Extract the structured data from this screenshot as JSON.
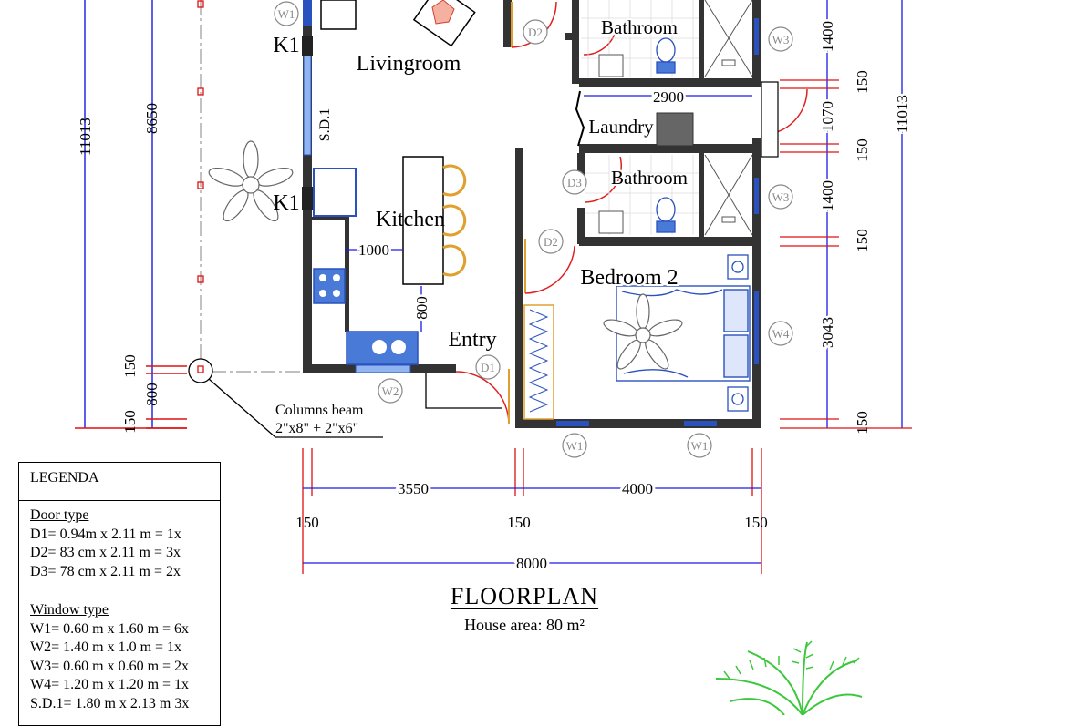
{
  "rooms": {
    "livingroom": "Livingroom",
    "kitchen": "Kitchen",
    "entry": "Entry",
    "bathroom_top": "Bathroom",
    "bathroom_mid": "Bathroom",
    "laundry": "Laundry",
    "bedroom2": "Bedroom 2"
  },
  "tags": {
    "w1_top": "W1",
    "w1_a": "W1",
    "w1_b": "W1",
    "w2": "W2",
    "w3_a": "W3",
    "w3_b": "W3",
    "w4": "W4",
    "d1": "D1",
    "d2_a": "D2",
    "d2_b": "D2",
    "d3": "D3",
    "k1_a": "K1",
    "k1_b": "K1",
    "sd1": "S.D.1"
  },
  "dimensions": {
    "left_total": "11013",
    "left_inner": "8650",
    "left_150_a": "150",
    "left_800": "800",
    "left_150_b": "150",
    "right_1400_a": "1400",
    "right_150_a": "150",
    "right_1070": "1070",
    "right_150_b": "150",
    "right_1400_b": "1400",
    "right_150_c": "150",
    "right_3043": "3043",
    "right_150_d": "150",
    "right_total": "11013",
    "bottom_3550": "3550",
    "bottom_4000": "4000",
    "bottom_150_a": "150",
    "bottom_150_b": "150",
    "bottom_150_c": "150",
    "bottom_8000": "8000",
    "laundry_2900": "2900",
    "kitchen_1000": "1000",
    "kitchen_800": "800"
  },
  "columns_note": {
    "line1": "Columns beam",
    "line2": "2\"x8\" + 2\"x6\""
  },
  "legend": {
    "title": "LEGENDA",
    "door_heading": "Door type",
    "doors": [
      "D1= 0.94m x 2.11 m = 1x",
      "D2= 83 cm x 2.11 m = 3x",
      "D3= 78 cm x 2.11 m = 2x"
    ],
    "window_heading": "Window type",
    "windows": [
      "W1= 0.60 m x 1.60 m = 6x",
      "W2= 1.40 m x 1.0 m = 1x",
      "W3= 0.60 m x 0.60 m = 2x",
      "W4= 1.20 m x 1.20 m = 1x",
      "S.D.1= 1.80 m x 2.13 m  3x"
    ]
  },
  "title": {
    "main": "FLOORPLAN",
    "sub": "House area: 80 m²"
  },
  "colors": {
    "wall": "#333333",
    "dimension": "#1a1ae6",
    "extension": "#e01010",
    "tag": "#888888",
    "door_arc": "#e02020",
    "furniture": "#2a52be",
    "stool": "#e0a030"
  }
}
